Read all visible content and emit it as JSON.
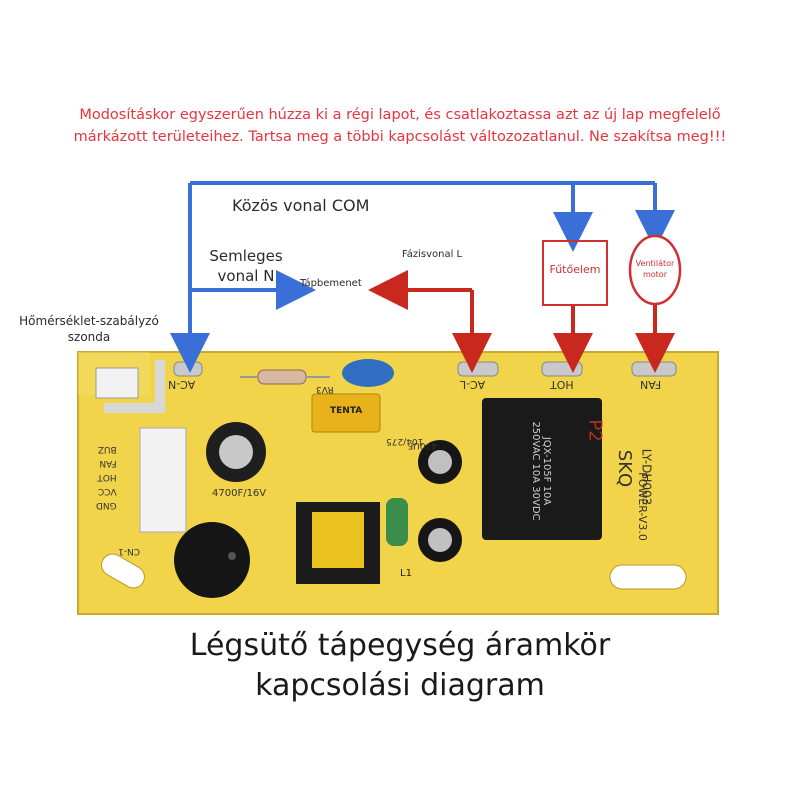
{
  "warning": {
    "line1": "Modosításkor egyszerűen húzza ki a régi lapot, és csatlakoztassa azt az új lap megfelelő",
    "line2": "márkázott területeihez. Tartsa meg a többi kapcsolást változozatlanul. Ne szakítsa meg!!!"
  },
  "labels": {
    "com_line": "Közös vonal COM",
    "neutral_line": "Semleges vonal N",
    "phase_line": "Fázisvonal L",
    "power_input": "Tápbemenet",
    "heater": "Fűtőelem",
    "fan_motor": "Ventilátor motor",
    "temp_probe": "Hőmérséklet-szabályzó szonda"
  },
  "board": {
    "terminals": {
      "ac_n": "AC-N",
      "ac_l": "AC-L",
      "hot": "HOT",
      "fan": "FAN"
    },
    "model": "LY-DH003",
    "version": "POWER-V3.0",
    "brand_mark": "SKQ",
    "relay_text": "JQX-105F 10A 250VAC 10A 30VDC",
    "capacitor_label": "4700F/16V",
    "cap_small_label": "470UF",
    "varistor_label": "104/275",
    "fuse_cap_brand": "TENTA",
    "inductor_label": "L1",
    "resistor_label": "RV3",
    "connector_pins": [
      "GND",
      "VCC",
      "HOT",
      "FAN",
      "BUZ"
    ],
    "cn_label": "CN-1",
    "p_mark": "P2"
  },
  "caption": {
    "line1": "Légsütő tápegység áramkör",
    "line2": "kapcsolási diagram"
  },
  "colors": {
    "warning_text": "#e8343c",
    "blue_wire": "#3a6fd8",
    "red_wire": "#c8281e",
    "board": "#f1d44a"
  }
}
